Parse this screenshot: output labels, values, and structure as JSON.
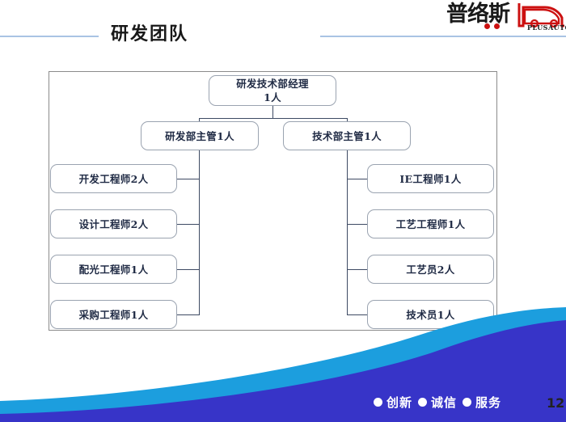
{
  "slide": {
    "title": "研发团队",
    "page_number": "12"
  },
  "logo": {
    "chinese": "普络斯",
    "english": "PLUSAUTO",
    "icon": "car-silhouette-icon",
    "accent_color": "#cc1111"
  },
  "org_chart": {
    "root": {
      "title": "研发技术部经理",
      "count": "1人"
    },
    "level2": [
      {
        "title": "研发部主管1人"
      },
      {
        "title": "技术部主管1人"
      }
    ],
    "left_branch": [
      {
        "title": "开发工程师2人"
      },
      {
        "title": "设计工程师2人"
      },
      {
        "title": "配光工程师1人"
      },
      {
        "title": "采购工程师1人"
      }
    ],
    "right_branch": [
      {
        "title": "IE工程师1人"
      },
      {
        "title": "工艺工程师1人"
      },
      {
        "title": "工艺员2人"
      },
      {
        "title": "技术员1人"
      }
    ]
  },
  "footer": {
    "values": [
      {
        "label": "创新"
      },
      {
        "label": "诚信"
      },
      {
        "label": "服务"
      }
    ]
  },
  "colors": {
    "rule": "#a9c4e4",
    "box_border": "#9aa3b0",
    "box_text": "#1f2a44",
    "connector": "#3d4a63",
    "swoosh_light": "#1c9ede",
    "swoosh_dark": "#3734c8"
  }
}
